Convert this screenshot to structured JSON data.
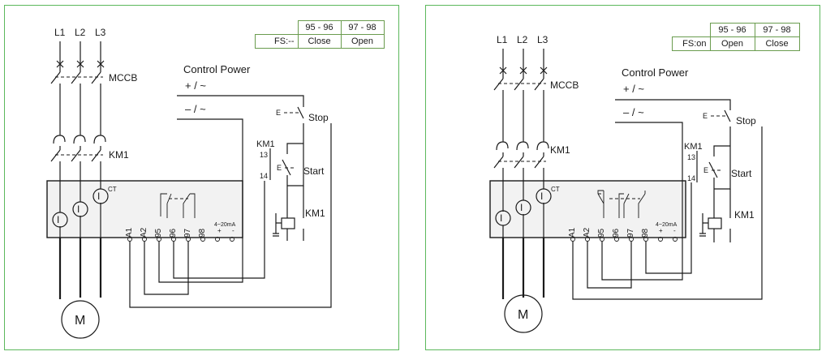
{
  "diagrams": [
    {
      "phases": [
        "L1",
        "L2",
        "L3"
      ],
      "breaker_label": "MCCB",
      "contactor_label": "KM1",
      "ct_label": "CT",
      "control_power": "Control Power",
      "plus_label": "+ / ~",
      "minus_label": "– / ~",
      "stop_label": "Stop",
      "start_label": "Start",
      "aux_contact": "KM1",
      "aux_terms": [
        "13",
        "14"
      ],
      "coil_label": "KM1",
      "e_marks": [
        "E",
        "E"
      ],
      "motor_label": "M",
      "current_sensor": "I",
      "terminals": [
        "A1",
        "A2",
        "95",
        "96",
        "97",
        "98"
      ],
      "analog_label": "4~20mA",
      "analog_plus": "+",
      "analog_minus": "-",
      "relay_table": {
        "headers": [
          "95 - 96",
          "97 - 98"
        ],
        "row_label": "FS:--",
        "values": [
          "Close",
          "Open"
        ]
      }
    },
    {
      "phases": [
        "L1",
        "L2",
        "L3"
      ],
      "breaker_label": "MCCB",
      "contactor_label": "KM1",
      "ct_label": "CT",
      "control_power": "Control Power",
      "plus_label": "+ / ~",
      "minus_label": "– / ~",
      "stop_label": "Stop",
      "start_label": "Start",
      "aux_contact": "KM1",
      "aux_terms": [
        "13",
        "14"
      ],
      "coil_label": "KM1",
      "e_marks": [
        "E",
        "E"
      ],
      "motor_label": "M",
      "current_sensor": "I",
      "terminals": [
        "A1",
        "A2",
        "95",
        "96",
        "97",
        "98"
      ],
      "analog_label": "4~20mA",
      "analog_plus": "+",
      "analog_minus": "-",
      "relay_table": {
        "headers": [
          "95 - 96",
          "97 - 98"
        ],
        "row_label": "FS:on",
        "values": [
          "Open",
          "Close"
        ]
      }
    }
  ]
}
